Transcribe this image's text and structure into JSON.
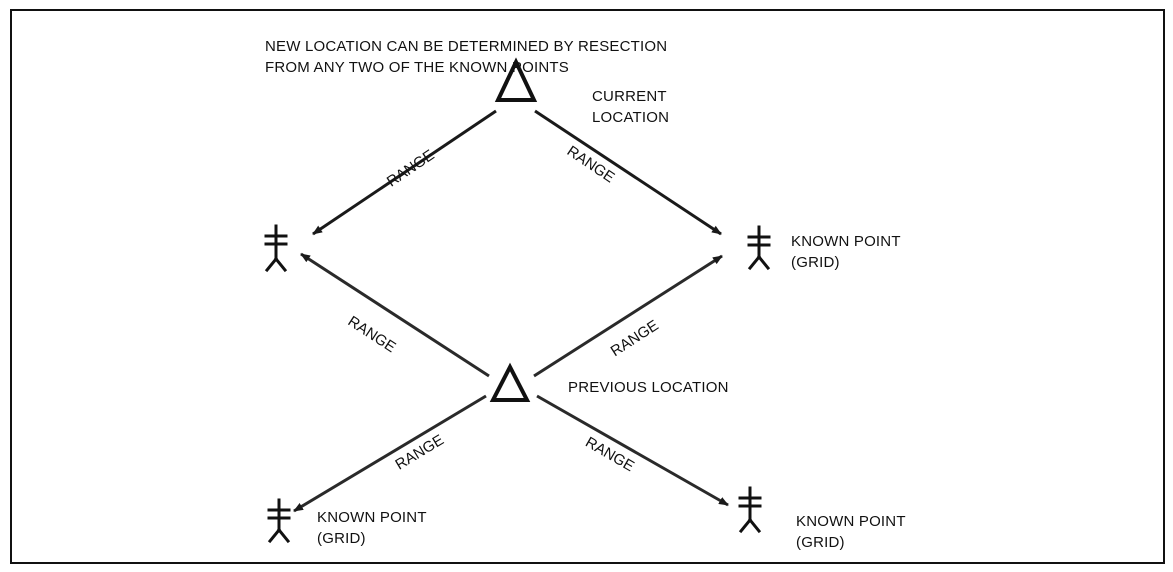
{
  "caption": {
    "line1": "NEW LOCATION CAN BE DETERMINED BY RESECTION",
    "line2": "FROM ANY TWO OF THE KNOWN POINTS"
  },
  "current_location": {
    "line1": "CURRENT",
    "line2": "LOCATION"
  },
  "previous_location": {
    "label": "PREVIOUS LOCATION"
  },
  "known_point_right": {
    "line1": "KNOWN POINT",
    "line2": "(GRID)"
  },
  "known_point_bottom_left": {
    "line1": "KNOWN POINT",
    "line2": "(GRID)"
  },
  "known_point_bottom_right": {
    "line1": "KNOWN POINT",
    "line2": "(GRID)"
  },
  "range_labels": {
    "current_to_left": "RANGE",
    "current_to_right": "RANGE",
    "previous_to_left": "RANGE",
    "previous_to_right": "RANGE",
    "previous_to_bottom_left": "RANGE",
    "previous_to_bottom_right": "RANGE"
  },
  "colors": {
    "ink": "#111111",
    "arrow": "#1a1a1a",
    "background": "#ffffff"
  },
  "icons": {
    "location_marker": "triangle-icon",
    "known_point_marker": "survey-station-icon"
  }
}
